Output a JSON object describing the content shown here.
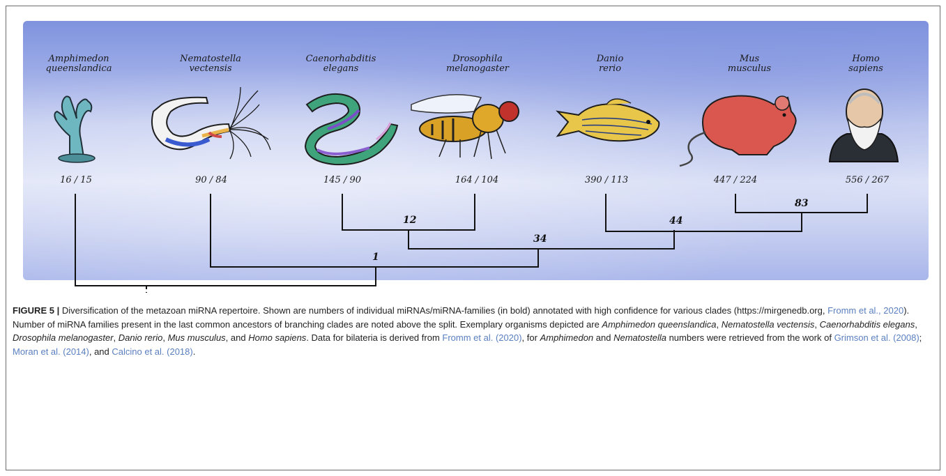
{
  "species": [
    {
      "line1": "Amphimedon",
      "line2": "queenslandica",
      "count": "16 / 15"
    },
    {
      "line1": "Nematostella",
      "line2": "vectensis",
      "count": "90 / 84"
    },
    {
      "line1": "Caenorhabditis",
      "line2": "elegans",
      "count": "145 / 90"
    },
    {
      "line1": "Drosophila",
      "line2": "melanogaster",
      "count": "164 / 104"
    },
    {
      "line1": "Danio",
      "line2": "rerio",
      "count": "390 / 113"
    },
    {
      "line1": "Mus",
      "line2": "musculus",
      "count": "447 / 224"
    },
    {
      "line1": "Homo",
      "line2": "sapiens",
      "count": "556 / 267"
    }
  ],
  "nodes": {
    "n12": "12",
    "n34": "34",
    "n44": "44",
    "n83": "83",
    "n1": "1"
  },
  "icons": [
    "sponge-icon",
    "sea-anemone-icon",
    "nematode-icon",
    "fruit-fly-icon",
    "zebrafish-icon",
    "mouse-icon",
    "human-portrait-icon"
  ],
  "caption": {
    "label": "FIGURE 5 |",
    "t1": " Diversification of the metazoan miRNA repertoire. Shown are numbers of individual miRNAs/miRNA-families (in bold) annotated with high confidence for various clades (https://mirgenedb.org, ",
    "c1": "Fromm et al., 2020",
    "t2": "). Number of miRNA families present in the last common ancestors of branching clades are noted above the split. Exemplary organisms depicted are ",
    "s1": "Amphimedon queenslandica",
    "t3": ", ",
    "s2": "Nematostella vectensis",
    "t4": ", ",
    "s3": "Caenorhabditis elegans",
    "t5": ", ",
    "s4": "Drosophila melanogaster",
    "t6": ", ",
    "s5": "Danio rerio",
    "t7": ", ",
    "s6": "Mus musculus",
    "t8": ", and ",
    "s7": "Homo sapiens",
    "t9": ". Data for bilateria is derived from ",
    "c2": "Fromm et al. (2020)",
    "t10": ", for ",
    "s8": "Amphimedon",
    "t11": " and ",
    "s9": "Nematostella",
    "t12": " numbers were retrieved from the work of ",
    "c3": "Grimson et al. (2008)",
    "t13": "; ",
    "c4": "Moran et al. (2014)",
    "t14": ", and ",
    "c5": "Calcino et al. (2018)",
    "t15": "."
  }
}
